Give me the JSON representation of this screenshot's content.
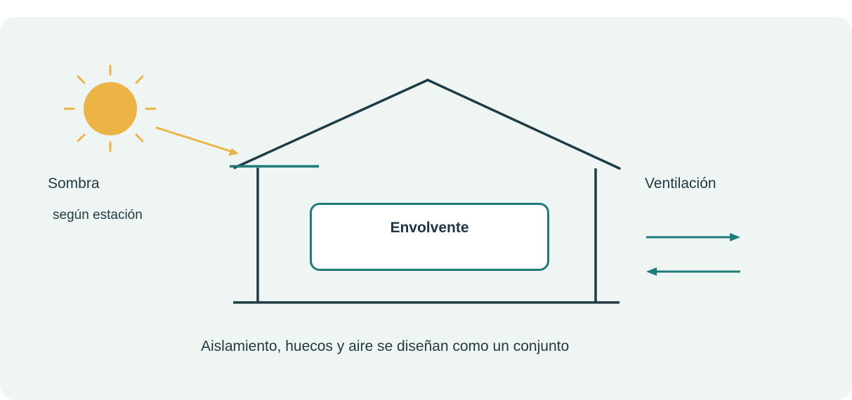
{
  "diagram": {
    "labels": {
      "shade": "Sombra",
      "shade_sub": "según estación",
      "ventilation": "Ventilación",
      "envelope": "Envolvente",
      "caption": "Aislamiento, huecos y aire se diseñan como un conjunto"
    },
    "colors": {
      "panel_bg": "#eef5f2",
      "house_lines": "#1f3b45",
      "teal": "#1f7a7a",
      "sun": "#ecb444",
      "text": "#233944"
    },
    "icons": {
      "sun": "sun-icon",
      "sun_ray_arrow": "arrow-right-down-icon",
      "ventilation_out": "arrow-right-icon",
      "ventilation_in": "arrow-left-icon"
    }
  }
}
